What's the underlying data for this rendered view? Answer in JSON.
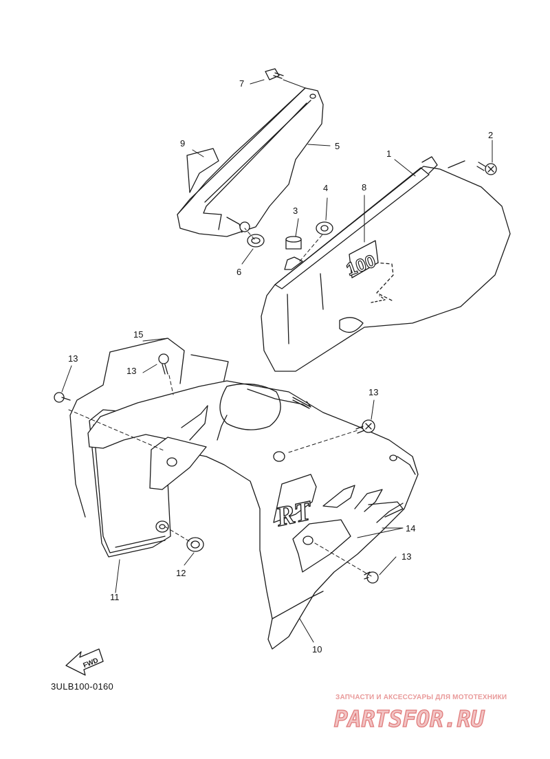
{
  "catalog_code": "3ULB100-0160",
  "fwd_arrow_label": "FWD",
  "decal_number": "100",
  "decal_letters": "RT",
  "callouts": {
    "c1": "1",
    "c2": "2",
    "c3": "3",
    "c4": "4",
    "c5": "5",
    "c6": "6",
    "c7": "7",
    "c8": "8",
    "c9": "9",
    "c10": "10",
    "c11": "11",
    "c12": "12",
    "c13a": "13",
    "c13b": "13",
    "c13c": "13",
    "c13d": "13",
    "c14": "14",
    "c15": "15"
  },
  "watermark": {
    "caption": "ЗАПЧАСТИ И АКСЕССУАРЫ ДЛЯ МОТОТЕХНИКИ",
    "logo": "PARTSFOR.RU"
  },
  "colors": {
    "line": "#1a1a1a",
    "fill": "#ffffff",
    "watermark": "#e07a7a"
  }
}
